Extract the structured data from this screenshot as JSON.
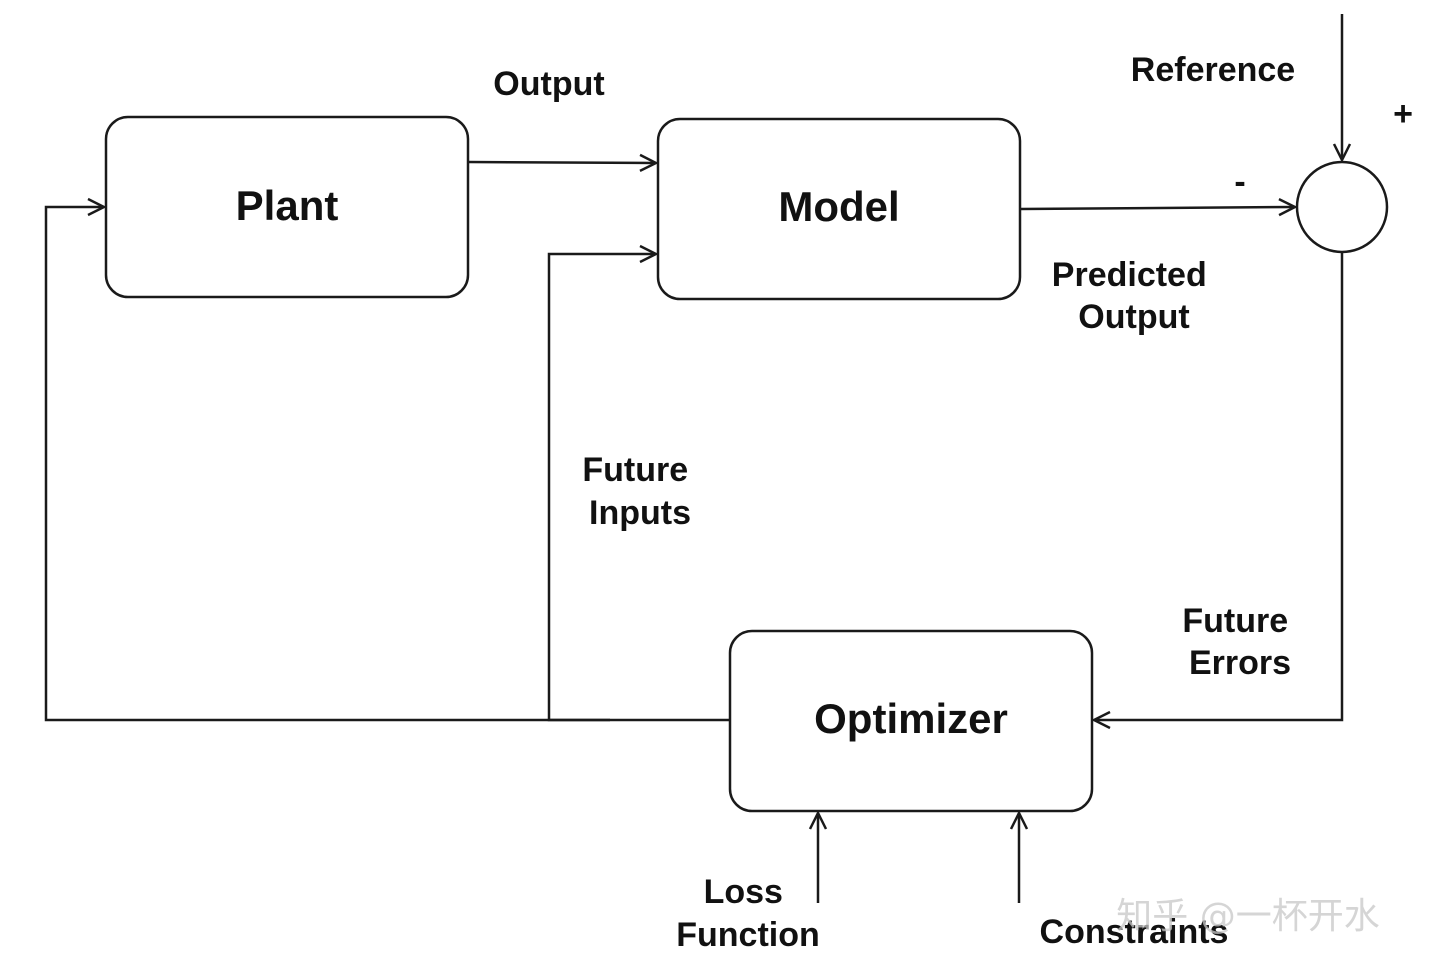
{
  "nodes": {
    "plant": "Plant",
    "model": "Model",
    "optimizer": "Optimizer",
    "summing_junction_plus": "+",
    "summing_junction_minus": "-"
  },
  "edges": {
    "output": "Output",
    "reference": "Reference",
    "predicted_output": [
      "Predicted",
      "Output"
    ],
    "future_inputs": [
      "Future",
      "Inputs"
    ],
    "future_errors": [
      "Future",
      "Errors"
    ],
    "loss_function": [
      "Loss",
      "Function"
    ],
    "constraints": "Constraints"
  },
  "watermark": "知乎 @一杯开水"
}
